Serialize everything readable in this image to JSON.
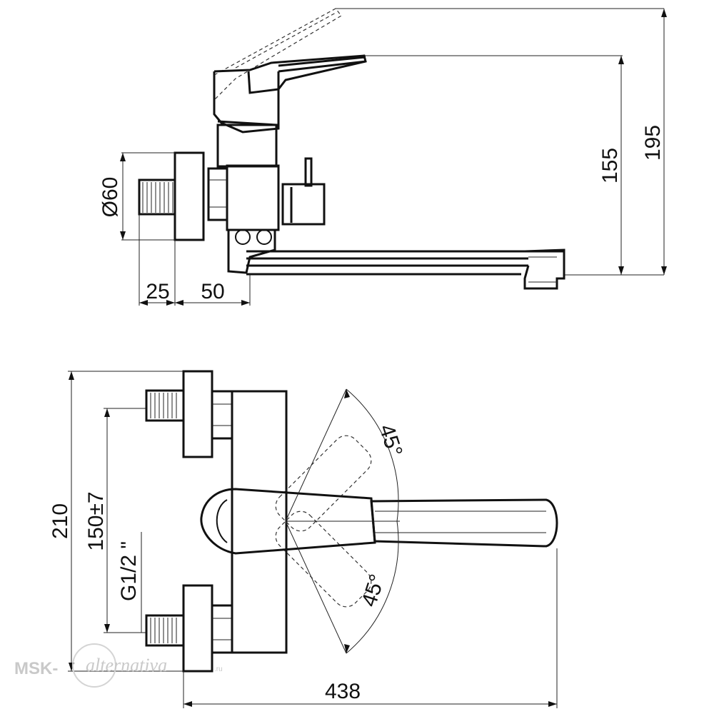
{
  "dimensions": {
    "total_height": "195",
    "spout_height": "155",
    "flange_diameter": "Ø60",
    "inlet_length": "25",
    "offset": "50",
    "total_width": "210",
    "center_distance": "150±7",
    "thread": "G1/2 \"",
    "spout_length": "438",
    "rotation_angle_top": "45°",
    "rotation_angle_bottom": "45°"
  },
  "watermark": {
    "brand_left": "MSK-",
    "brand_script": "alternativa",
    "brand_suffix": ".ru"
  }
}
